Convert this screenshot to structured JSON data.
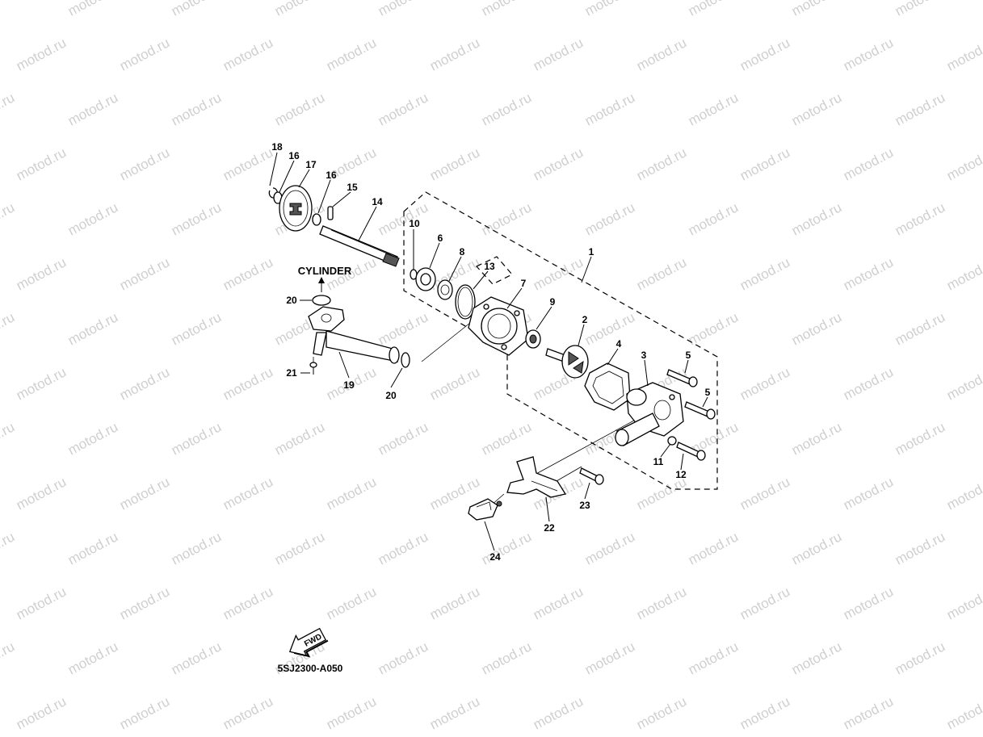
{
  "watermark": {
    "text": "motod.ru"
  },
  "diagram": {
    "cylinder_label": "CYLINDER",
    "fwd_label": "FWD",
    "diagram_code": "5SJ2300-A050",
    "callouts": {
      "c1": "1",
      "c2": "2",
      "c3": "3",
      "c4": "4",
      "c5a": "5",
      "c5b": "5",
      "c6": "6",
      "c7": "7",
      "c8": "8",
      "c9": "9",
      "c10": "10",
      "c11": "11",
      "c12": "12",
      "c13": "13",
      "c14": "14",
      "c15": "15",
      "c16a": "16",
      "c16b": "16",
      "c17": "17",
      "c18": "18",
      "c19": "19",
      "c20a": "20",
      "c20b": "20",
      "c21": "21",
      "c22": "22",
      "c23": "23",
      "c24": "24"
    }
  }
}
